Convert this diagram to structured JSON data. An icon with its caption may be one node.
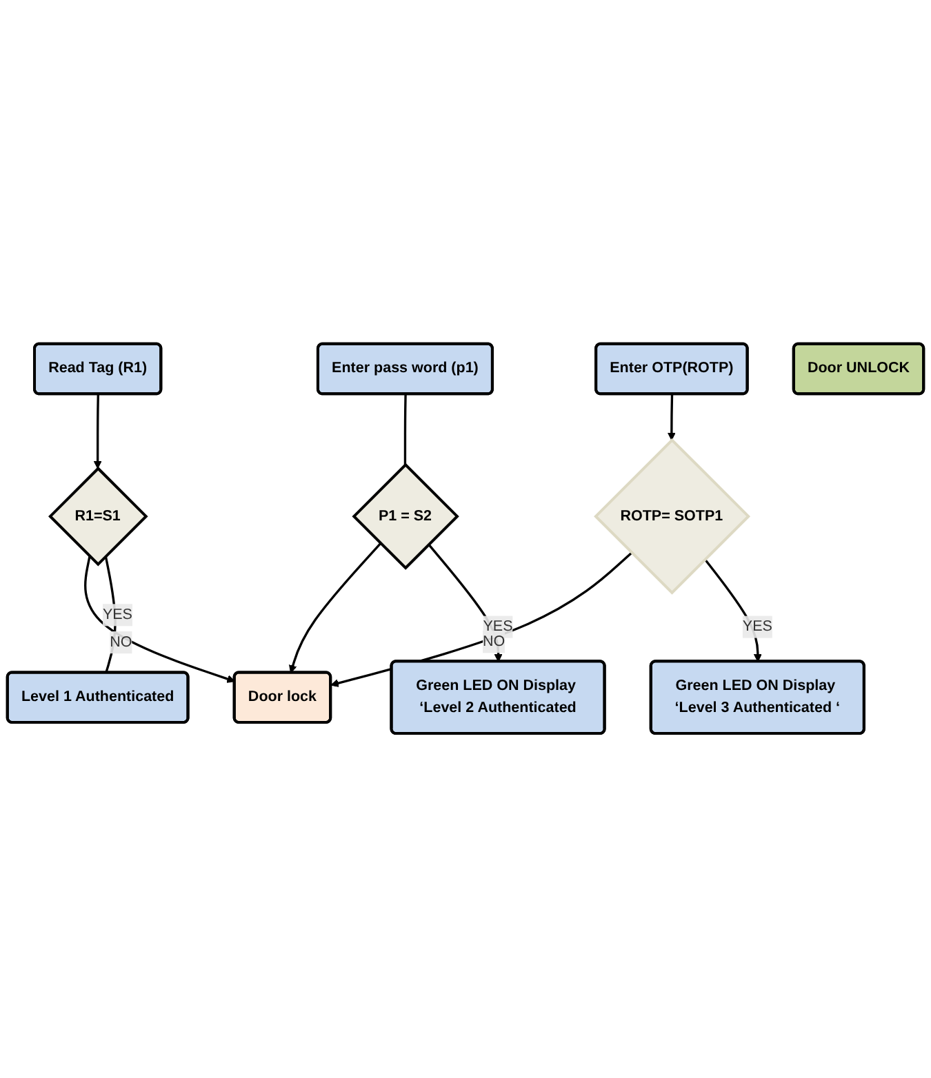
{
  "diagram": {
    "nodes": [
      {
        "text": [
          "Read Tag (R1)"
        ]
      },
      {
        "text": [
          "R1=S1"
        ]
      },
      {
        "text": [
          "Door lock"
        ]
      },
      {
        "text": [
          "Level 1 Authenticated"
        ]
      },
      {
        "text": [
          "Enter pass word (p1)"
        ]
      },
      {
        "text": [
          "P1 = S2"
        ]
      },
      {
        "text": [
          "ROTP= SOTP1"
        ]
      },
      {
        "text": [
          "Green LED ON Display ‘Level 2 Authenticated"
        ]
      },
      {
        "text": [
          "Green LED ON Display ‘Level 3 Authenticated ‘"
        ]
      },
      {
        "text": [
          "Enter OTP(ROTP)"
        ]
      },
      {
        "text": [
          "Door UNLOCK"
        ]
      }
    ],
    "edges": [
      {
        "from": 0,
        "to": 1,
        "arrow": "to"
      },
      {
        "from": 1,
        "to": 2,
        "arrow": "to",
        "label": "NO"
      },
      {
        "from": 1,
        "to": 3,
        "arrow": "none",
        "label": "YES"
      },
      {
        "from": 4,
        "to": 5,
        "arrow": "none"
      },
      {
        "from": 5,
        "to": 2,
        "arrow": "to"
      },
      {
        "from": 5,
        "to": 7,
        "arrow": "to",
        "label": "YES"
      },
      {
        "from": 9,
        "to": 6,
        "arrow": "to"
      },
      {
        "from": 6,
        "to": 2,
        "arrow": "to",
        "label": "NO"
      },
      {
        "from": 6,
        "to": 8,
        "arrow": "to",
        "label": "YES"
      }
    ]
  }
}
